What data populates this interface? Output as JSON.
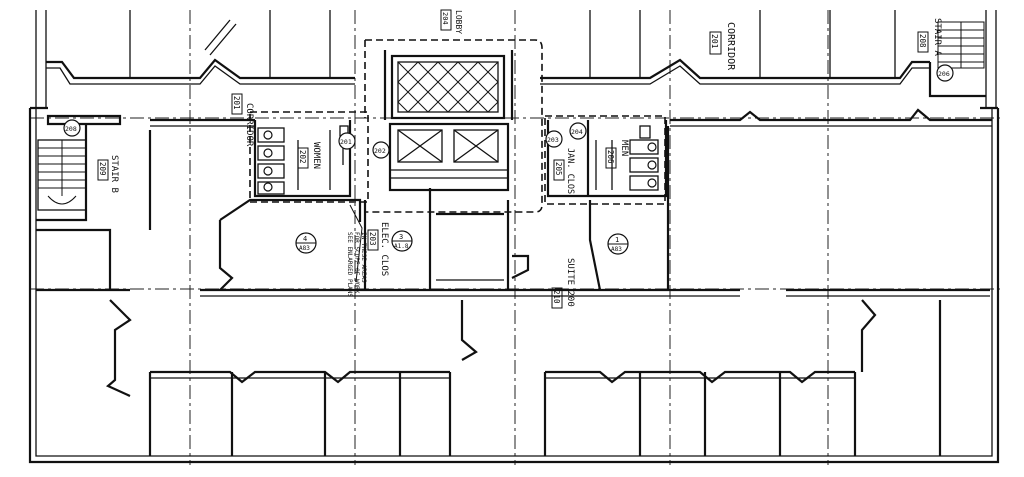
{
  "rooms": {
    "corridor_top_right": {
      "name": "CORRIDOR",
      "number": "201"
    },
    "corridor_left": {
      "name": "CORRIDOR",
      "number": "201"
    },
    "lobby": {
      "name": "LOBBY",
      "number": "204"
    },
    "stair_a": {
      "name": "STAIR A",
      "number": "208"
    },
    "stair_b": {
      "name": "STAIR B",
      "number": "209"
    },
    "women": {
      "name": "WOMEN",
      "number": "202"
    },
    "men": {
      "name": "MEN",
      "number": "206"
    },
    "jan_clos": {
      "name": "JAN. CLOS",
      "number": "205"
    },
    "elec_clos": {
      "name": "ELEC. CLOS",
      "number": "203"
    },
    "suite": {
      "name": "SUITE 200",
      "number": "210"
    }
  },
  "door_tags": {
    "stair_b": "208",
    "stair_a": "206",
    "women": "201",
    "elec": "202",
    "jan": "203",
    "men": "204"
  },
  "section_marks": [
    {
      "number": "4",
      "sheet": "A83"
    },
    {
      "number": "3",
      "sheet": "A1.8"
    },
    {
      "number": "1",
      "sheet": "A83"
    }
  ],
  "notes": {
    "scope": [
      "SEE ENLARGED PLANS",
      "FOR SCOPE OF WORK",
      "IN THESE AREAS"
    ]
  }
}
